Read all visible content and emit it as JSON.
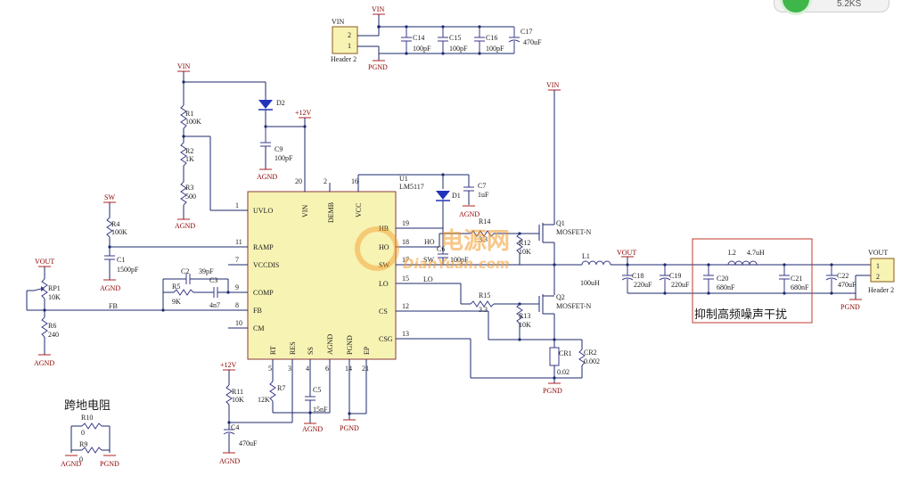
{
  "title_left": "跨地电阻",
  "filter_box_label": "抑制高频噪声干扰",
  "badge_text": "5.2KS",
  "watermark": {
    "cn": "电源网",
    "en": "DianYuan.com"
  },
  "ic": {
    "ref": "U1",
    "part": "LM5117",
    "left_pins": [
      {
        "num": "1",
        "name": "UVLO"
      },
      {
        "num": "11",
        "name": "RAMP"
      },
      {
        "num": "7",
        "name": "VCCDIS"
      },
      {
        "num": "9",
        "name": "COMP"
      },
      {
        "num": "8",
        "name": "FB"
      },
      {
        "num": "10",
        "name": "CM"
      }
    ],
    "top_pins": [
      {
        "num": "20",
        "name": "VIN"
      },
      {
        "num": "2",
        "name": "DEMB"
      },
      {
        "num": "16",
        "name": "VCC"
      }
    ],
    "right_pins": [
      {
        "num": "19",
        "name": "HB"
      },
      {
        "num": "18",
        "name": "HO"
      },
      {
        "num": "17",
        "name": "SW"
      },
      {
        "num": "15",
        "name": "LO"
      },
      {
        "num": "12",
        "name": "CS"
      },
      {
        "num": "13",
        "name": "CSG"
      }
    ],
    "bottom_pins": [
      {
        "num": "5",
        "name": "RT"
      },
      {
        "num": "3",
        "name": "RES"
      },
      {
        "num": "4",
        "name": "SS"
      },
      {
        "num": "6",
        "name": "AGND"
      },
      {
        "num": "14",
        "name": "PGND"
      },
      {
        "num": "21",
        "name": "EP"
      }
    ]
  },
  "labels": {
    "vin": "VIN",
    "vout": "VOUT",
    "agnd": "AGND",
    "pgnd": "PGND",
    "sw": "SW",
    "p12v": "+12V",
    "header": "Header 2",
    "hdr1": "1",
    "hdr2": "2",
    "c14": "C14",
    "c15": "C15",
    "c16": "C16",
    "c17": "C17",
    "v100pf": "100pF",
    "v470uf": "470uF",
    "r1": "R1",
    "v100k": "100K",
    "r2": "R2",
    "v1k": "1K",
    "r3": "R3",
    "v500": "500",
    "d2": "D2",
    "c9": "C9",
    "r4": "R4",
    "c1": "C1",
    "v1500pf": "1500pF",
    "rp1": "RP1",
    "v10k": "10K",
    "r6": "R6",
    "v240": "240",
    "c2": "C2",
    "v39pf": "39pF",
    "r5": "R5",
    "v9k": "9K",
    "c3": "C3",
    "v4n7": "4n7",
    "fb": "FB",
    "d1": "D1",
    "c7": "C7",
    "v1uf": "1uF",
    "r14": "R14",
    "v33": "3.3",
    "r12": "R12",
    "c6": "C6",
    "ho": "HO",
    "lo": "LO",
    "q1": "Q1",
    "q2": "Q2",
    "mosfet": "MOSFET-N",
    "r15": "R15",
    "r13": "R13",
    "cr1": "CR1",
    "cr2": "CR2",
    "v002": "0.02",
    "v0002": "0.002",
    "l1": "L1",
    "v100uh": "100uH",
    "c18": "C18",
    "c19": "C19",
    "v220uf": "220uF",
    "l2": "L2",
    "v47uh": "4.7uH",
    "c20": "C20",
    "c21": "C21",
    "v680nf": "680nF",
    "c22": "C22",
    "r11": "R11",
    "r7": "R7",
    "v12k": "12K",
    "c5": "C5",
    "v15nf": "15nF",
    "c4": "C4",
    "r10": "R10",
    "r9": "R9",
    "v0": "0"
  }
}
